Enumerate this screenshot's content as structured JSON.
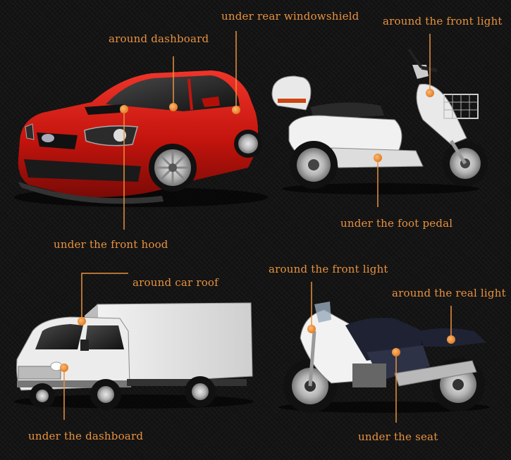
{
  "colors": {
    "accent": "#e8923f",
    "background": "#141414",
    "car_body": "#cc1a12",
    "truck_box": "#e4e4e4"
  },
  "vehicles": [
    {
      "name": "car",
      "labels": {
        "dashboard": "around dashboard",
        "rear_windowshield": "under rear windowshield",
        "front_hood": "under the front hood"
      }
    },
    {
      "name": "scooter",
      "labels": {
        "front_light": "around the front light",
        "foot_pedal": "under the foot pedal"
      }
    },
    {
      "name": "truck",
      "labels": {
        "car_roof": "around car roof",
        "dashboard": "under the dashboard"
      }
    },
    {
      "name": "motorcycle",
      "labels": {
        "front_light": "around the front light",
        "rear_light": "around the real light",
        "seat": "under the seat"
      }
    }
  ]
}
